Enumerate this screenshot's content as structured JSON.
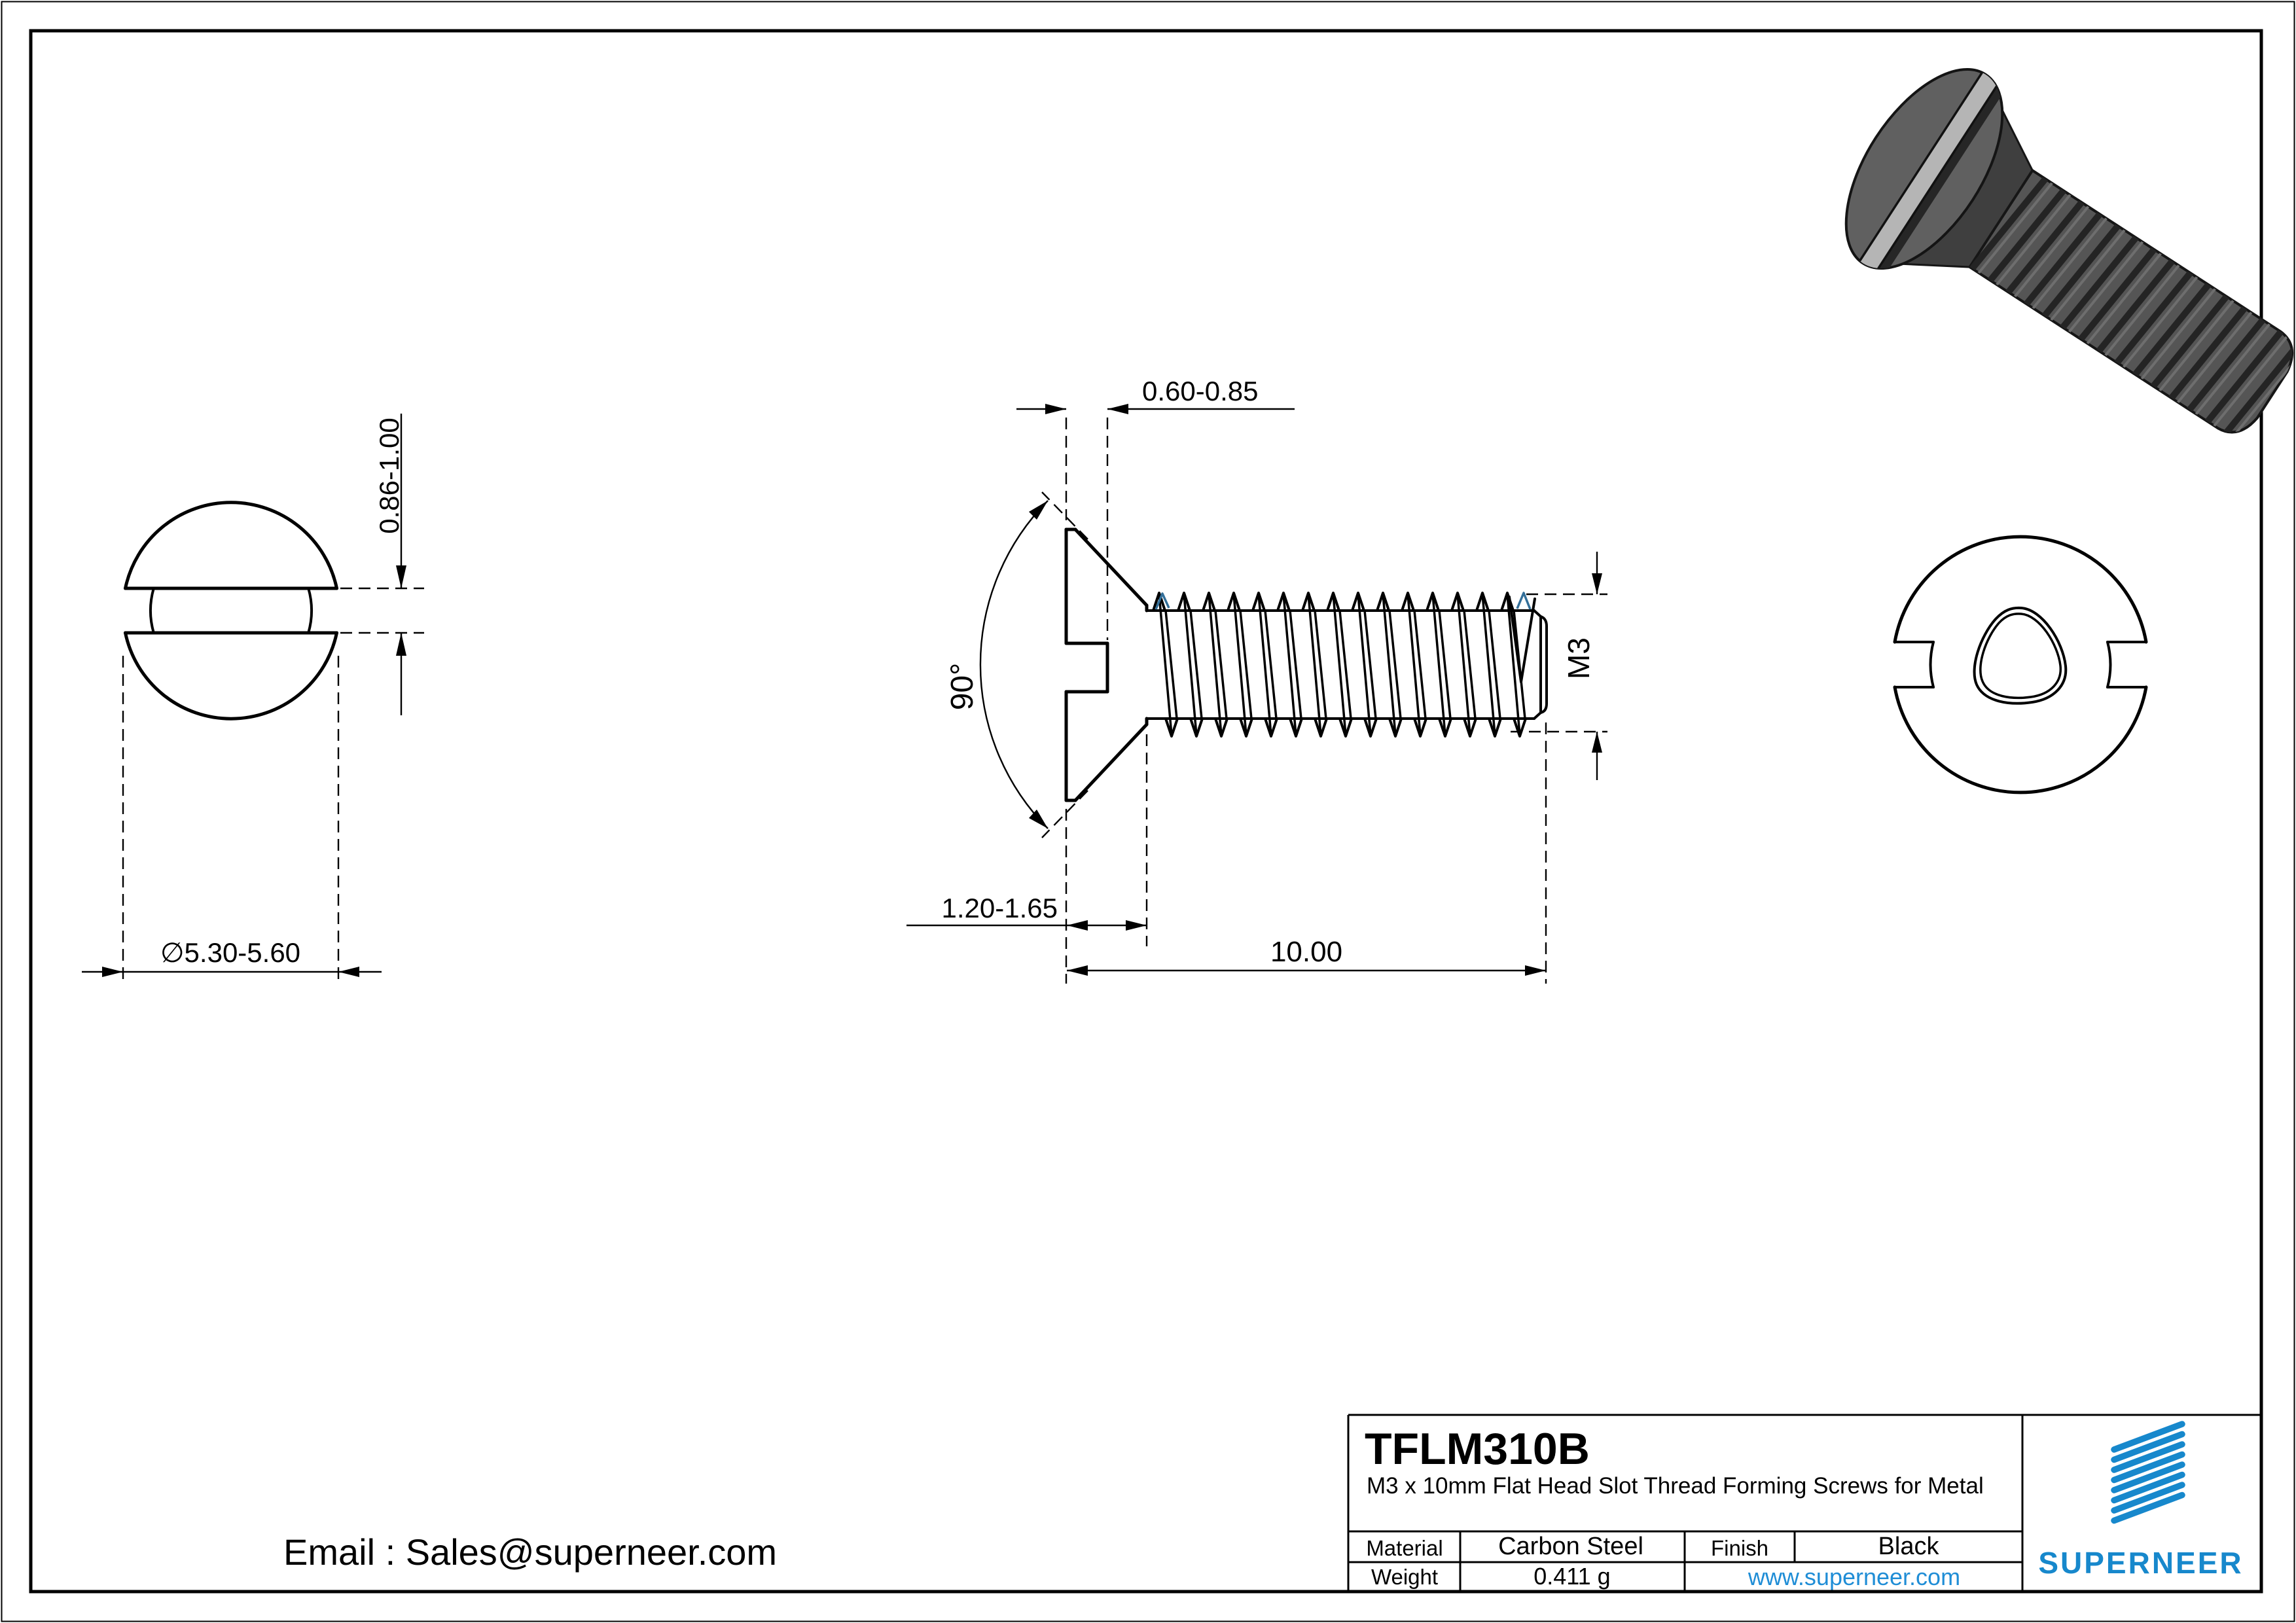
{
  "drawing": {
    "email": "Email : Sales@superneer.com",
    "dimensions": {
      "slot_width": "0.86-1.00",
      "head_diameter": "∅5.30-5.60",
      "slot_depth": "0.60-0.85",
      "countersink_angle": "90°",
      "head_height": "1.20-1.65",
      "overall_length": "10.00",
      "thread_size": "M3"
    }
  },
  "title_block": {
    "part_number": "TFLM310B",
    "description": "M3 x 10mm Flat Head Slot Thread Forming Screws for Metal",
    "material_label": "Material",
    "material_value": "Carbon Steel",
    "finish_label": "Finish",
    "finish_value": "Black",
    "weight_label": "Weight",
    "weight_value": "0.411 g",
    "website": "www.superneer.com",
    "brand": "SUPERNEER"
  },
  "colors": {
    "line": "#000000",
    "accent_blue": "#1788cc",
    "link_blue": "#1f8dd6",
    "thread_mark_blue": "#336f99",
    "screw_dark": "#3f3f3f",
    "screw_mid": "#555555",
    "screw_face": "#606060",
    "screw_slot_light": "#b5b5b5",
    "screw_slot_dark": "#262626"
  }
}
